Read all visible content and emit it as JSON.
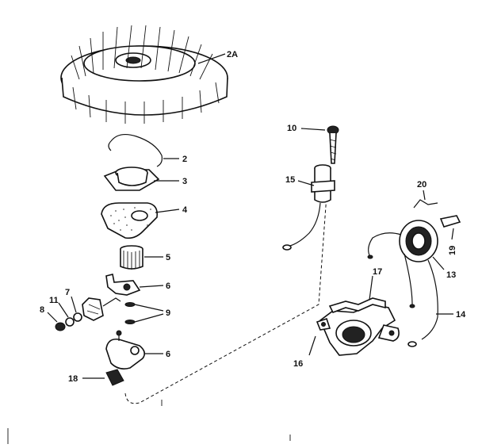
{
  "labels": {
    "flywheel": "2A",
    "spring_clip": "2",
    "cam": "3",
    "gasket": "4",
    "bushing": "5",
    "breaker_arm": "6",
    "breaker_plate": "6",
    "nut": "8",
    "washer_a": "11",
    "washer_b": "7",
    "screws": "9",
    "condenser_bracket_screw": "10",
    "condenser": "15",
    "coil_bracket": "16",
    "lamination": "17",
    "clip_cover": "18",
    "coil": "13",
    "lead_wire": "14",
    "spring": "20",
    "clip": "19"
  }
}
